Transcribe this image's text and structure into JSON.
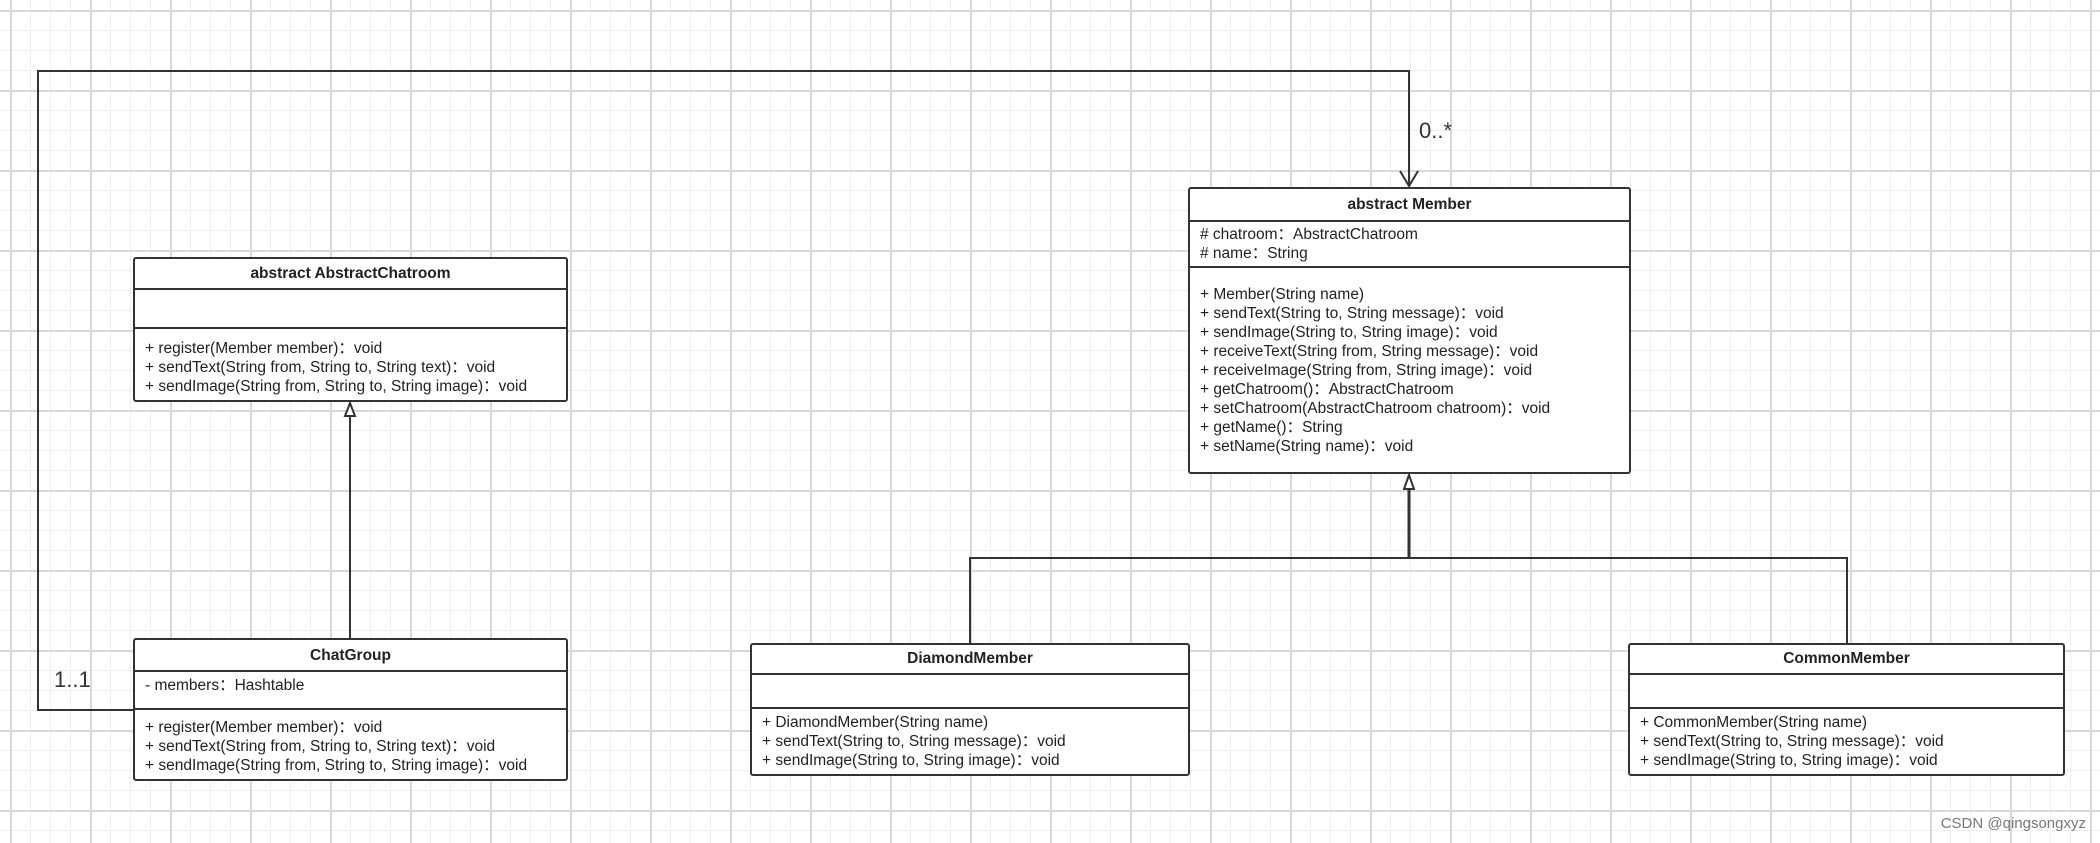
{
  "classes": {
    "abstract_chatroom": {
      "name": "abstract AbstractChatroom",
      "attributes": [],
      "operations": [
        "+ register(Member member)：void",
        "+ sendText(String from, String to, String text)：void",
        "+ sendImage(String from, String to, String image)：void"
      ]
    },
    "chat_group": {
      "name": "ChatGroup",
      "attributes": [
        "- members：Hashtable"
      ],
      "operations": [
        "+ register(Member member)：void",
        "+ sendText(String from, String to, String text)：void",
        "+ sendImage(String from, String to, String image)：void"
      ]
    },
    "member": {
      "name": "abstract Member",
      "attributes": [
        "# chatroom：AbstractChatroom",
        "# name：String"
      ],
      "operations": [
        "+ Member(String name)",
        "+ sendText(String to, String message)：void",
        "+ sendImage(String to, String image)：void",
        "+ receiveText(String from, String message)：void",
        "+ receiveImage(String from, String image)：void",
        "+ getChatroom()：AbstractChatroom",
        "+ setChatroom(AbstractChatroom chatroom)：void",
        "+ getName()：String",
        "+ setName(String name)：void"
      ]
    },
    "diamond_member": {
      "name": "DiamondMember",
      "attributes": [],
      "operations": [
        "+ DiamondMember(String name)",
        "+ sendText(String to, String message)：void",
        "+ sendImage(String to, String image)：void"
      ]
    },
    "common_member": {
      "name": "CommonMember",
      "attributes": [],
      "operations": [
        "+ CommonMember(String name)",
        "+ sendText(String to, String message)：void",
        "+ sendImage(String to, String image)：void"
      ]
    }
  },
  "multiplicity": {
    "source": "1..1",
    "target": "0..*"
  },
  "watermark": "CSDN @qingsongxyz"
}
